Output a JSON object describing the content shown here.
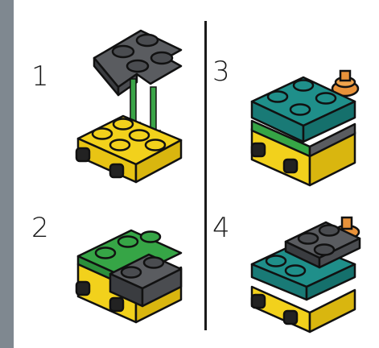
{
  "steps": [
    {
      "number": "1"
    },
    {
      "number": "2"
    },
    {
      "number": "3"
    },
    {
      "number": "4"
    }
  ],
  "colors": {
    "outer_frame": "#7f8890",
    "page": "#ffffff",
    "yellow": "#f2d11c",
    "green": "#36a546",
    "teal": "#1f8f8a",
    "dark_gray": "#4a4c50",
    "orange": "#e8923a",
    "arrow": "#3aa447",
    "outline": "#111111"
  }
}
